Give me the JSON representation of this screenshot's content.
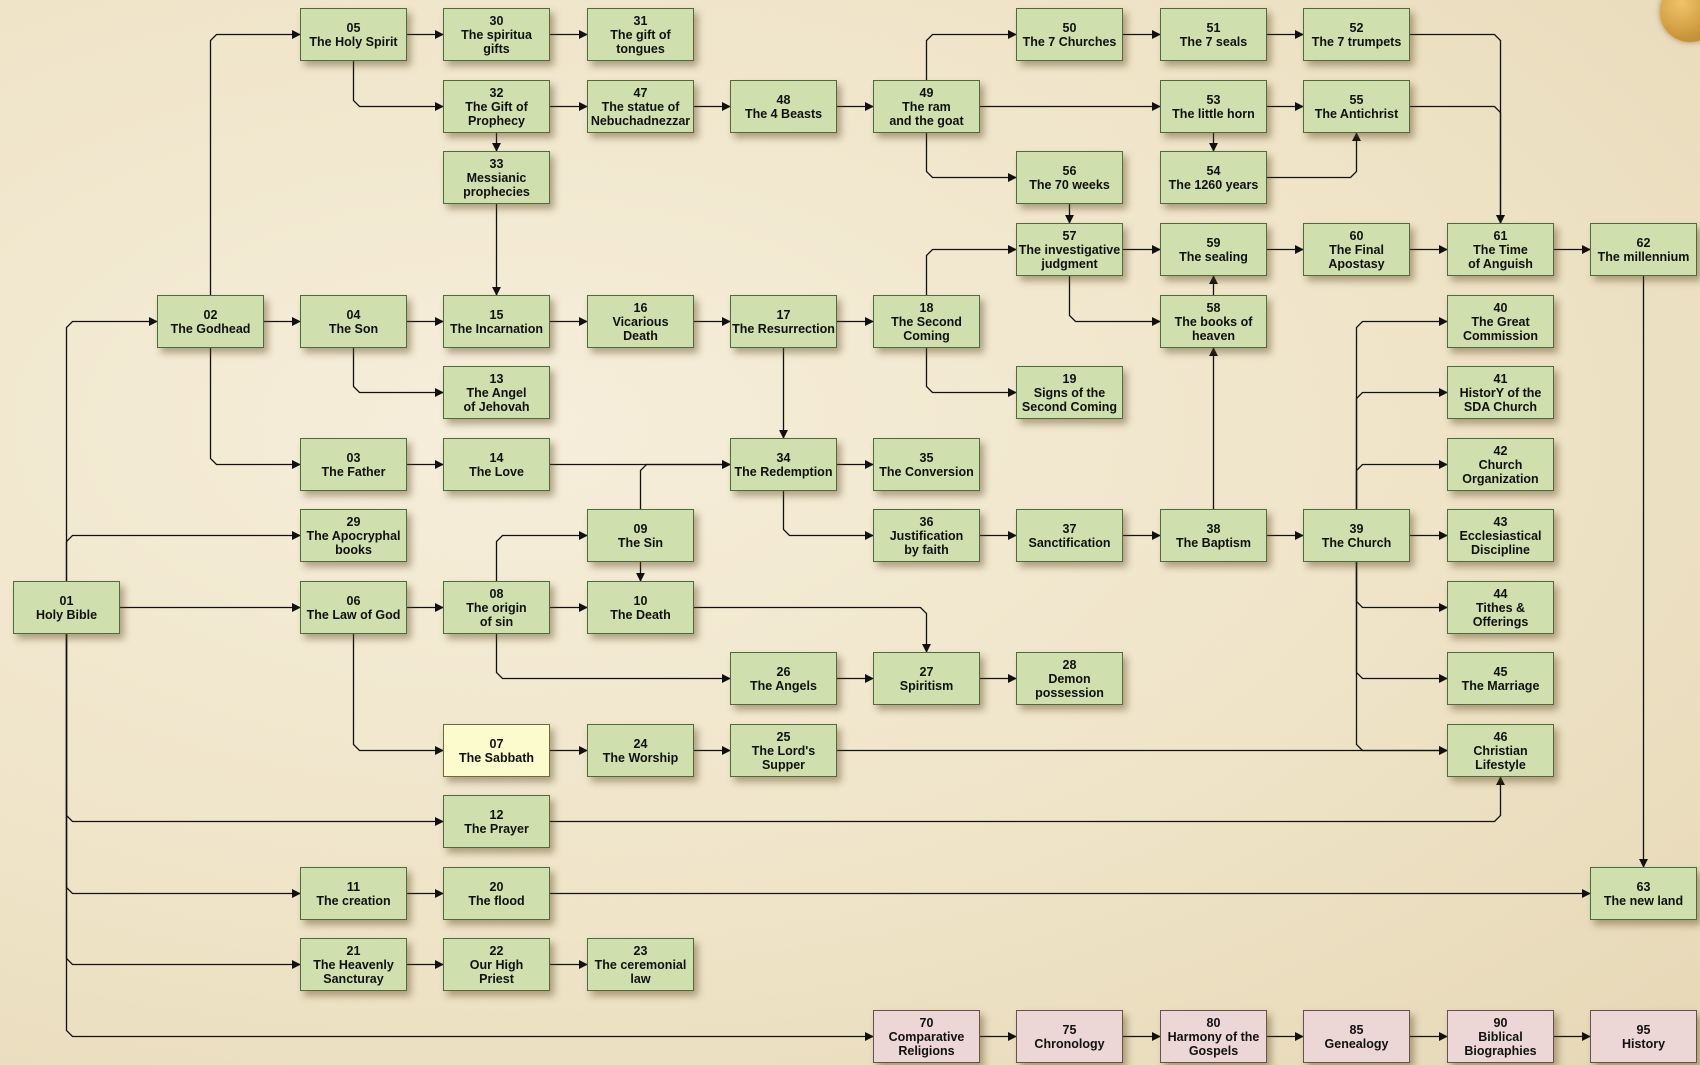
{
  "colors": {
    "node_green": "#cfdfae",
    "node_pink": "#ecd6d6",
    "node_yellow": "#fbfbcd",
    "line": "#111111"
  },
  "nodes": [
    {
      "id": "01",
      "num": "01",
      "label": "Holy Bible",
      "style": "green"
    },
    {
      "id": "02",
      "num": "02",
      "label": "The Godhead",
      "style": "green"
    },
    {
      "id": "03",
      "num": "03",
      "label": "The Father",
      "style": "green"
    },
    {
      "id": "04",
      "num": "04",
      "label": "The Son",
      "style": "green"
    },
    {
      "id": "05",
      "num": "05",
      "label": "The Holy Spirit",
      "style": "green"
    },
    {
      "id": "06",
      "num": "06",
      "label": "The Law of God",
      "style": "green"
    },
    {
      "id": "07",
      "num": "07",
      "label": "The Sabbath",
      "style": "yellow"
    },
    {
      "id": "08",
      "num": "08",
      "label": "The origin\nof sin",
      "style": "green"
    },
    {
      "id": "09",
      "num": "09",
      "label": "The Sin",
      "style": "green"
    },
    {
      "id": "10",
      "num": "10",
      "label": "The Death",
      "style": "green"
    },
    {
      "id": "11",
      "num": "11",
      "label": "The creation",
      "style": "green"
    },
    {
      "id": "12",
      "num": "12",
      "label": "The Prayer",
      "style": "green"
    },
    {
      "id": "13",
      "num": "13",
      "label": "The Angel\nof Jehovah",
      "style": "green"
    },
    {
      "id": "14",
      "num": "14",
      "label": "The Love",
      "style": "green"
    },
    {
      "id": "15",
      "num": "15",
      "label": "The Incarnation",
      "style": "green"
    },
    {
      "id": "16",
      "num": "16",
      "label": "Vicarious\nDeath",
      "style": "green"
    },
    {
      "id": "17",
      "num": "17",
      "label": "The Resurrection",
      "style": "green"
    },
    {
      "id": "18",
      "num": "18",
      "label": "The Second\nComing",
      "style": "green"
    },
    {
      "id": "19",
      "num": "19",
      "label": "Signs of the\nSecond Coming",
      "style": "green"
    },
    {
      "id": "20",
      "num": "20",
      "label": "The flood",
      "style": "green"
    },
    {
      "id": "21",
      "num": "21",
      "label": "The Heavenly\nSancturay",
      "style": "green"
    },
    {
      "id": "22",
      "num": "22",
      "label": "Our High\nPriest",
      "style": "green"
    },
    {
      "id": "23",
      "num": "23",
      "label": "The ceremonial\nlaw",
      "style": "green"
    },
    {
      "id": "24",
      "num": "24",
      "label": "The Worship",
      "style": "green"
    },
    {
      "id": "25",
      "num": "25",
      "label": "The Lord's\nSupper",
      "style": "green"
    },
    {
      "id": "26",
      "num": "26",
      "label": "The Angels",
      "style": "green"
    },
    {
      "id": "27",
      "num": "27",
      "label": "Spiritism",
      "style": "green"
    },
    {
      "id": "28",
      "num": "28",
      "label": "Demon\npossession",
      "style": "green"
    },
    {
      "id": "29",
      "num": "29",
      "label": "The Apocryphal\nbooks",
      "style": "green"
    },
    {
      "id": "30",
      "num": "30",
      "label": "The spiritua\ngifts",
      "style": "green"
    },
    {
      "id": "31",
      "num": "31",
      "label": "The gift of\ntongues",
      "style": "green"
    },
    {
      "id": "32",
      "num": "32",
      "label": "The Gift of\nProphecy",
      "style": "green"
    },
    {
      "id": "33",
      "num": "33",
      "label": "Messianic\nprophecies",
      "style": "green"
    },
    {
      "id": "34",
      "num": "34",
      "label": "The Redemption",
      "style": "green"
    },
    {
      "id": "35",
      "num": "35",
      "label": "The Conversion",
      "style": "green"
    },
    {
      "id": "36",
      "num": "36",
      "label": "Justification\nby faith",
      "style": "green"
    },
    {
      "id": "37",
      "num": "37",
      "label": "Sanctification",
      "style": "green"
    },
    {
      "id": "38",
      "num": "38",
      "label": "The Baptism",
      "style": "green"
    },
    {
      "id": "39",
      "num": "39",
      "label": "The Church",
      "style": "green"
    },
    {
      "id": "40",
      "num": "40",
      "label": "The Great\nCommission",
      "style": "green"
    },
    {
      "id": "41",
      "num": "41",
      "label": "HistorY of the\nSDA Church",
      "style": "green"
    },
    {
      "id": "42",
      "num": "42",
      "label": "Church\nOrganization",
      "style": "green"
    },
    {
      "id": "43",
      "num": "43",
      "label": "Ecclesiastical\nDiscipline",
      "style": "green"
    },
    {
      "id": "44",
      "num": "44",
      "label": "Tithes &\nOfferings",
      "style": "green"
    },
    {
      "id": "45",
      "num": "45",
      "label": "The Marriage",
      "style": "green"
    },
    {
      "id": "46",
      "num": "46",
      "label": "Christian\nLifestyle",
      "style": "green"
    },
    {
      "id": "47",
      "num": "47",
      "label": "The statue of\nNebuchadnezzar",
      "style": "green"
    },
    {
      "id": "48",
      "num": "48",
      "label": "The 4 Beasts",
      "style": "green"
    },
    {
      "id": "49",
      "num": "49",
      "label": "The ram\nand the goat",
      "style": "green"
    },
    {
      "id": "50",
      "num": "50",
      "label": "The 7 Churches",
      "style": "green"
    },
    {
      "id": "51",
      "num": "51",
      "label": "The 7 seals",
      "style": "green"
    },
    {
      "id": "52",
      "num": "52",
      "label": "The 7 trumpets",
      "style": "green"
    },
    {
      "id": "53",
      "num": "53",
      "label": "The little horn",
      "style": "green"
    },
    {
      "id": "54",
      "num": "54",
      "label": "The 1260 years",
      "style": "green"
    },
    {
      "id": "55",
      "num": "55",
      "label": "The Antichrist",
      "style": "green"
    },
    {
      "id": "56",
      "num": "56",
      "label": "The 70 weeks",
      "style": "green"
    },
    {
      "id": "57",
      "num": "57",
      "label": "The investigative\njudgment",
      "style": "green"
    },
    {
      "id": "58",
      "num": "58",
      "label": "The books of\nheaven",
      "style": "green"
    },
    {
      "id": "59",
      "num": "59",
      "label": "The sealing",
      "style": "green"
    },
    {
      "id": "60",
      "num": "60",
      "label": "The Final\nApostasy",
      "style": "green"
    },
    {
      "id": "61",
      "num": "61",
      "label": "The Time\nof Anguish",
      "style": "green"
    },
    {
      "id": "62",
      "num": "62",
      "label": "The millennium",
      "style": "green"
    },
    {
      "id": "63",
      "num": "63",
      "label": "The new land",
      "style": "green"
    },
    {
      "id": "70",
      "num": "70",
      "label": "Comparative\nReligions",
      "style": "pink"
    },
    {
      "id": "75",
      "num": "75",
      "label": "Chronology",
      "style": "pink"
    },
    {
      "id": "80",
      "num": "80",
      "label": "Harmony of the\nGospels",
      "style": "pink"
    },
    {
      "id": "85",
      "num": "85",
      "label": "Genealogy",
      "style": "pink"
    },
    {
      "id": "90",
      "num": "90",
      "label": "Biblical\nBiographies",
      "style": "pink"
    },
    {
      "id": "95",
      "num": "95",
      "label": "History",
      "style": "pink"
    }
  ],
  "edges": [
    [
      "01",
      "02"
    ],
    [
      "01",
      "29"
    ],
    [
      "01",
      "06"
    ],
    [
      "01",
      "12"
    ],
    [
      "01",
      "11"
    ],
    [
      "01",
      "21"
    ],
    [
      "01",
      "70"
    ],
    [
      "02",
      "05"
    ],
    [
      "02",
      "04"
    ],
    [
      "02",
      "03"
    ],
    [
      "05",
      "30"
    ],
    [
      "05",
      "32"
    ],
    [
      "30",
      "31"
    ],
    [
      "32",
      "47"
    ],
    [
      "32",
      "33"
    ],
    [
      "47",
      "48"
    ],
    [
      "48",
      "49"
    ],
    [
      "49",
      "50"
    ],
    [
      "49",
      "53"
    ],
    [
      "49",
      "56"
    ],
    [
      "50",
      "51"
    ],
    [
      "51",
      "52"
    ],
    [
      "52",
      "61"
    ],
    [
      "53",
      "55"
    ],
    [
      "53",
      "54"
    ],
    [
      "54",
      "55"
    ],
    [
      "55",
      "61"
    ],
    [
      "56",
      "57"
    ],
    [
      "57",
      "59"
    ],
    [
      "57",
      "58"
    ],
    [
      "58",
      "59"
    ],
    [
      "59",
      "60"
    ],
    [
      "60",
      "61"
    ],
    [
      "61",
      "62"
    ],
    [
      "62",
      "63"
    ],
    [
      "33",
      "15"
    ],
    [
      "04",
      "15"
    ],
    [
      "04",
      "13"
    ],
    [
      "15",
      "16"
    ],
    [
      "16",
      "17"
    ],
    [
      "17",
      "18"
    ],
    [
      "17",
      "34"
    ],
    [
      "18",
      "57"
    ],
    [
      "18",
      "19"
    ],
    [
      "03",
      "14"
    ],
    [
      "14",
      "34"
    ],
    [
      "09",
      "34"
    ],
    [
      "34",
      "35"
    ],
    [
      "34",
      "36"
    ],
    [
      "36",
      "37"
    ],
    [
      "37",
      "38"
    ],
    [
      "38",
      "58"
    ],
    [
      "38",
      "39"
    ],
    [
      "39",
      "40"
    ],
    [
      "39",
      "41"
    ],
    [
      "39",
      "42"
    ],
    [
      "39",
      "43"
    ],
    [
      "39",
      "44"
    ],
    [
      "39",
      "45"
    ],
    [
      "39",
      "46"
    ],
    [
      "06",
      "08"
    ],
    [
      "06",
      "07"
    ],
    [
      "08",
      "09"
    ],
    [
      "08",
      "10"
    ],
    [
      "08",
      "26"
    ],
    [
      "09",
      "10"
    ],
    [
      "10",
      "27"
    ],
    [
      "26",
      "27"
    ],
    [
      "27",
      "28"
    ],
    [
      "07",
      "24"
    ],
    [
      "24",
      "25"
    ],
    [
      "25",
      "46"
    ],
    [
      "12",
      "46"
    ],
    [
      "11",
      "20"
    ],
    [
      "20",
      "63"
    ],
    [
      "21",
      "22"
    ],
    [
      "22",
      "23"
    ],
    [
      "70",
      "75"
    ],
    [
      "75",
      "80"
    ],
    [
      "80",
      "85"
    ],
    [
      "85",
      "90"
    ],
    [
      "90",
      "95"
    ]
  ]
}
